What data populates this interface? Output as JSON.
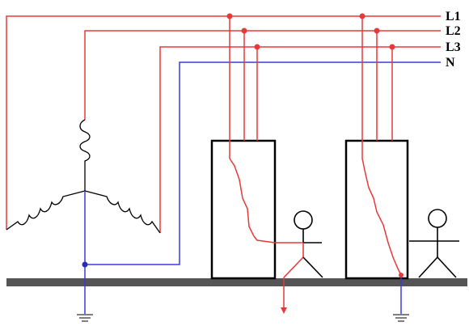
{
  "lines": [
    {
      "label": "L1",
      "color": "#e8393a"
    },
    {
      "label": "L2",
      "color": "#e8393a"
    },
    {
      "label": "L3",
      "color": "#e8393a"
    },
    {
      "label": "N",
      "color": "#3a3ae0"
    }
  ],
  "colors": {
    "phase": "#e8393a",
    "neutral": "#3a3ae0",
    "ground_bar": "#555555",
    "outline": "#000000"
  }
}
